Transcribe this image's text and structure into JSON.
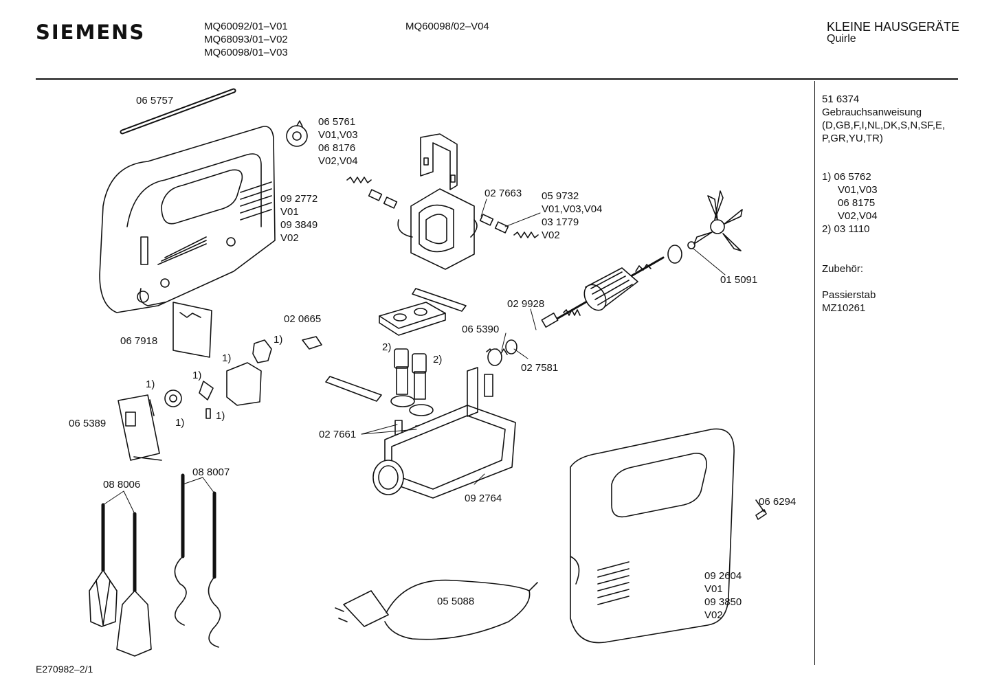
{
  "header": {
    "brand": "SIEMENS",
    "models_col1": [
      "MQ60092/01–V01",
      "MQ68093/01–V02",
      "MQ60098/01–V03"
    ],
    "models_col2": [
      "MQ60098/02–V04"
    ],
    "category": "KLEINE HAUSGERÄTE",
    "subcategory": "Quirle"
  },
  "side_notes": {
    "manual_part": "51 6374",
    "manual_title": "Gebrauchsanweisung",
    "manual_langs_1": "(D,GB,F,I,NL,DK,S,N,SF,E,",
    "manual_langs_2": "P,GR,YU,TR)",
    "fn1": [
      "1)  06 5762",
      "V01,V03",
      "06 8175",
      "V02,V04"
    ],
    "fn2": "2)  03 1110",
    "accessories_title": "Zubehör:",
    "accessory_name": "Passierstab",
    "accessory_part": "MZ10261"
  },
  "labels": {
    "p065757": "06 5757",
    "p065761": [
      "06 5761",
      "V01,V03",
      "06 8176",
      "V02,V04"
    ],
    "p092772": [
      "09 2772",
      "V01",
      "09 3849",
      "V02"
    ],
    "p027663": "02 7663",
    "p059732": [
      "05 9732",
      "V01,V03,V04",
      "03 1779",
      "V02"
    ],
    "p015091": "01 5091",
    "p020665": "02 0665",
    "p029928": "02 9928",
    "p065390": "06 5390",
    "p027581": "02 7581",
    "p067918": "06 7918",
    "p065389": "06 5389",
    "p027661": "02 7661",
    "p092764": "09 2764",
    "p088006": "08 8006",
    "p088007": "08 8007",
    "p055088": "05 5088",
    "p066294": "06 6294",
    "p092604": [
      "09 2604",
      "V01",
      "09 3850",
      "V02"
    ],
    "fn_1": "1)",
    "fn_2": "2)"
  },
  "footer": {
    "doc_id": "E270982–2/1"
  }
}
